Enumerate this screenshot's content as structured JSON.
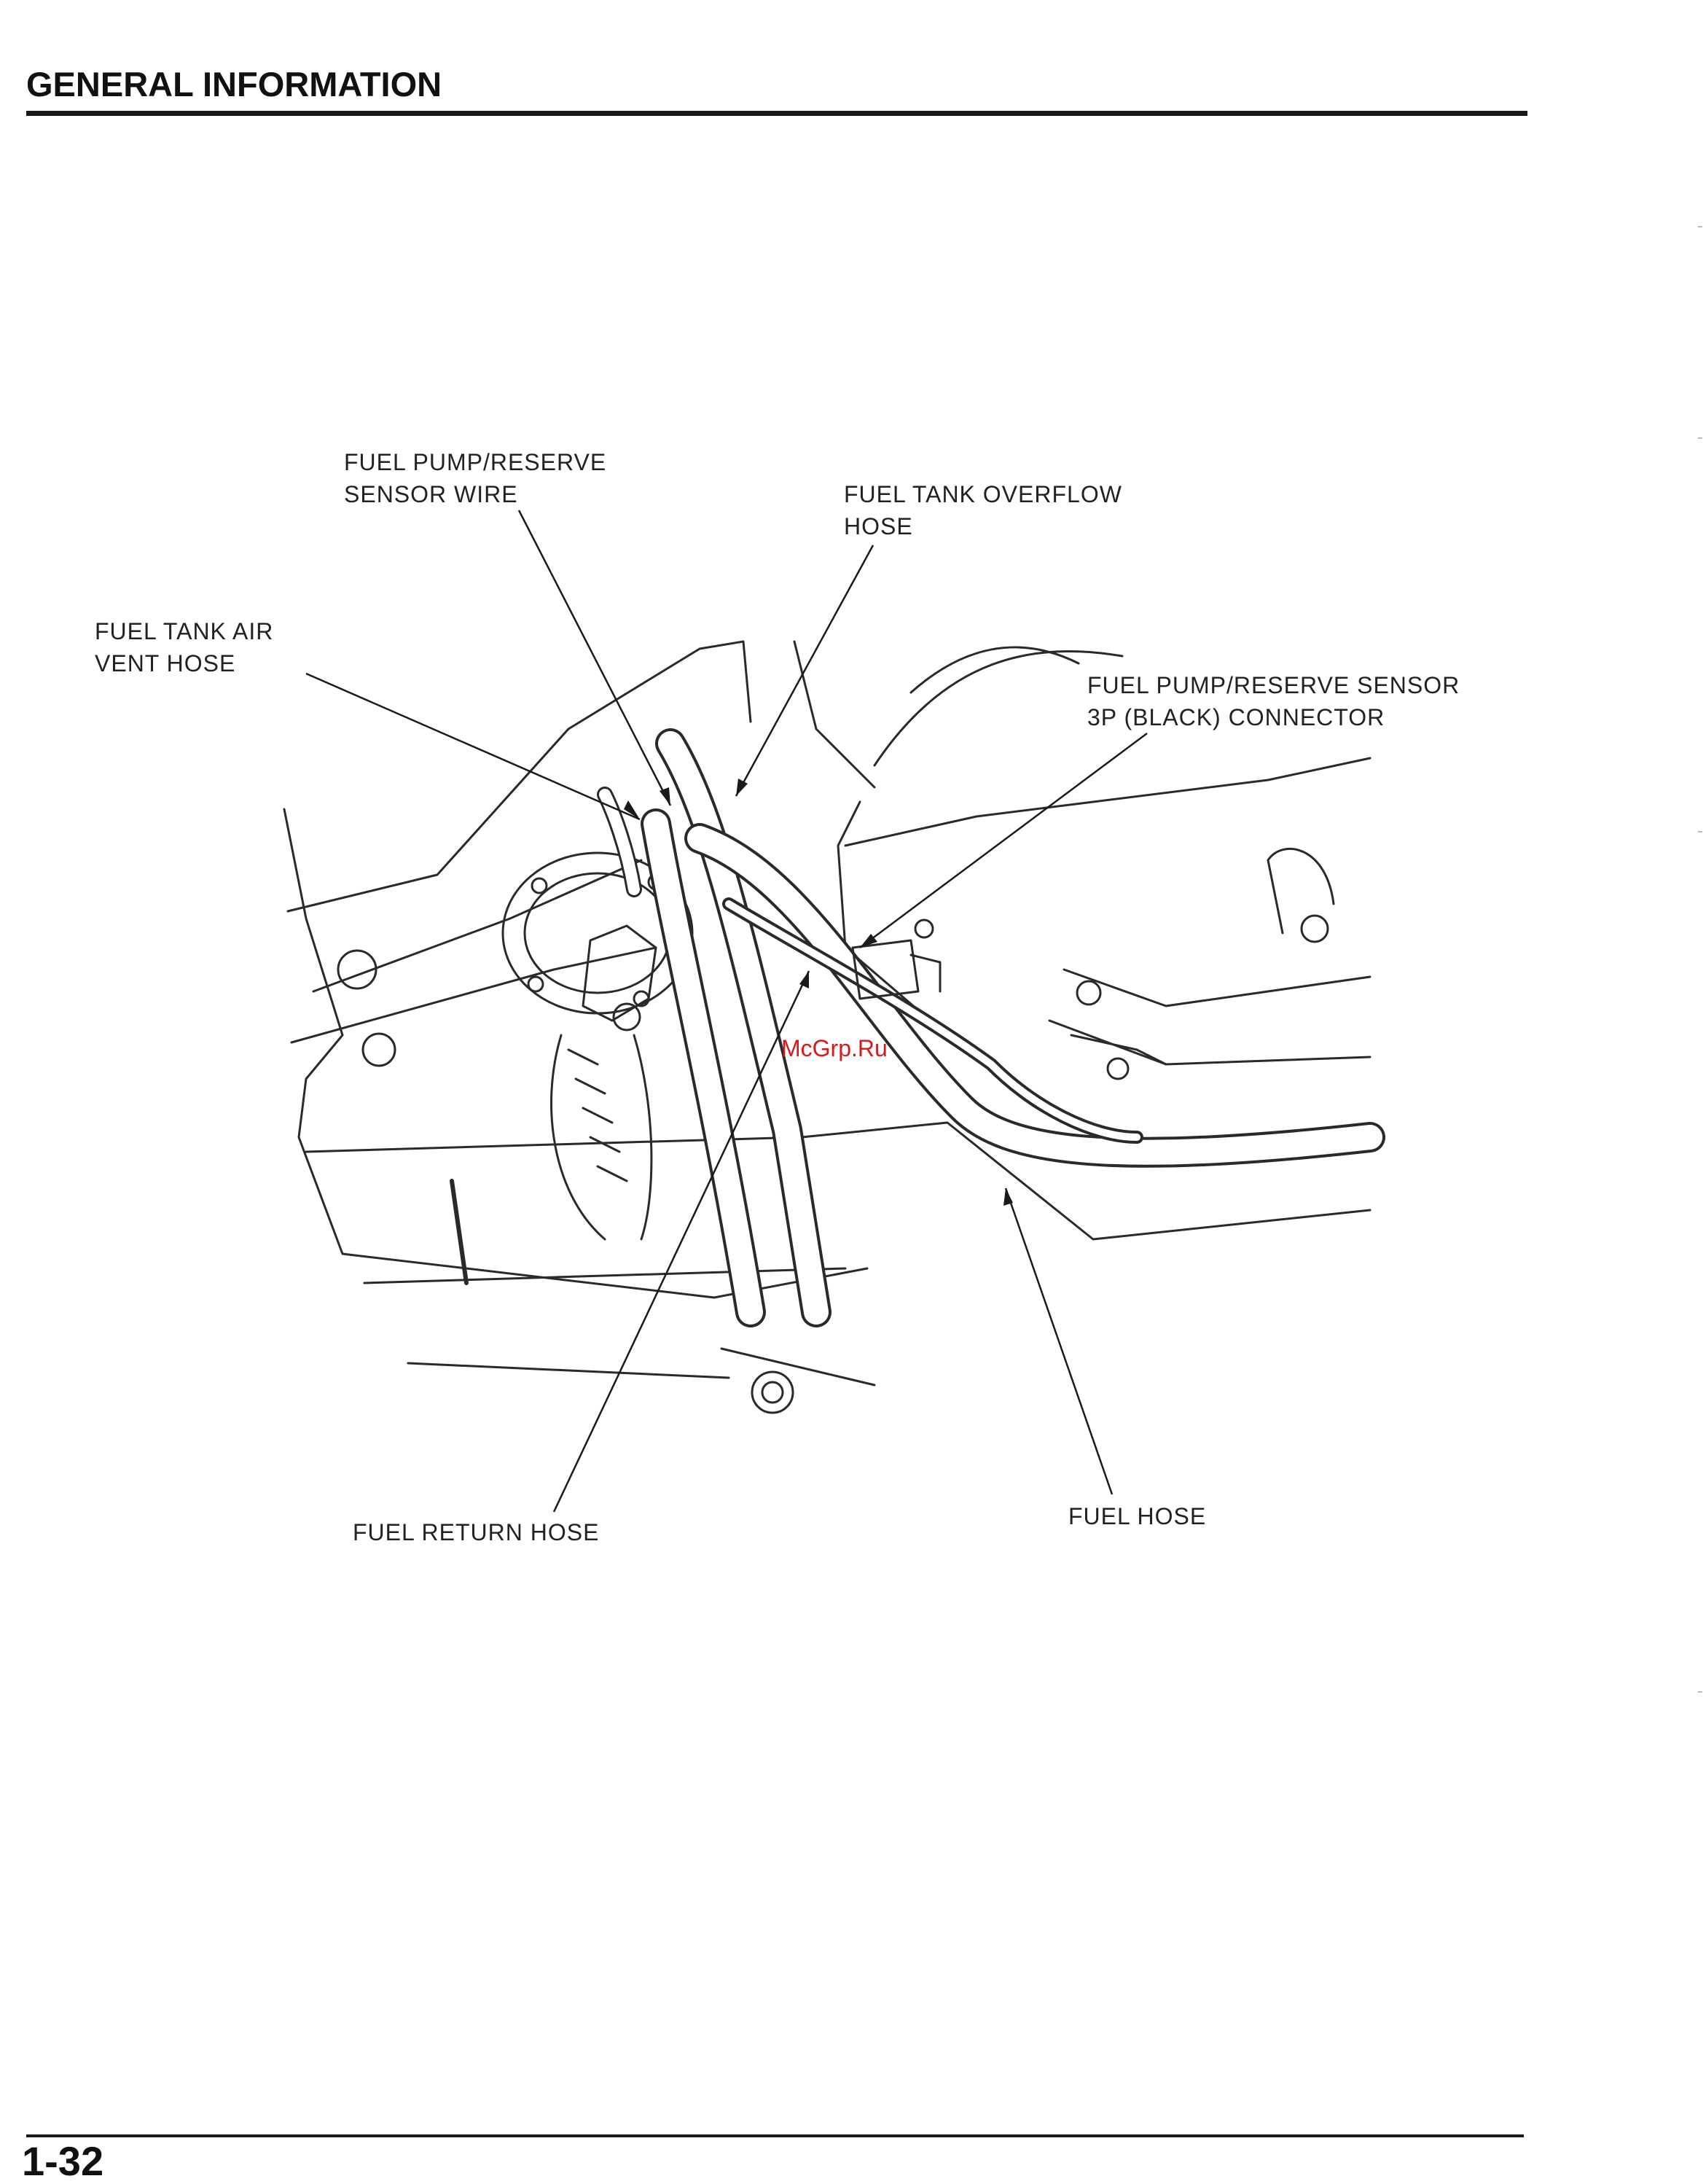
{
  "header": {
    "title": "GENERAL INFORMATION"
  },
  "callouts": {
    "sensor_wire": [
      "FUEL PUMP/RESERVE",
      "SENSOR WIRE"
    ],
    "overflow_hose": [
      "FUEL TANK OVERFLOW",
      "HOSE"
    ],
    "air_vent_hose": [
      "FUEL TANK AIR",
      "VENT HOSE"
    ],
    "connector": [
      "FUEL PUMP/RESERVE SENSOR",
      "3P (BLACK) CONNECTOR"
    ],
    "return_hose": [
      "FUEL RETURN HOSE"
    ],
    "fuel_hose": [
      "FUEL HOSE"
    ]
  },
  "watermark": "McGrp.Ru",
  "footer": {
    "page_number": "1-32"
  },
  "colors": {
    "ink": "#1a1a1a",
    "watermark": "#d21c1c"
  }
}
